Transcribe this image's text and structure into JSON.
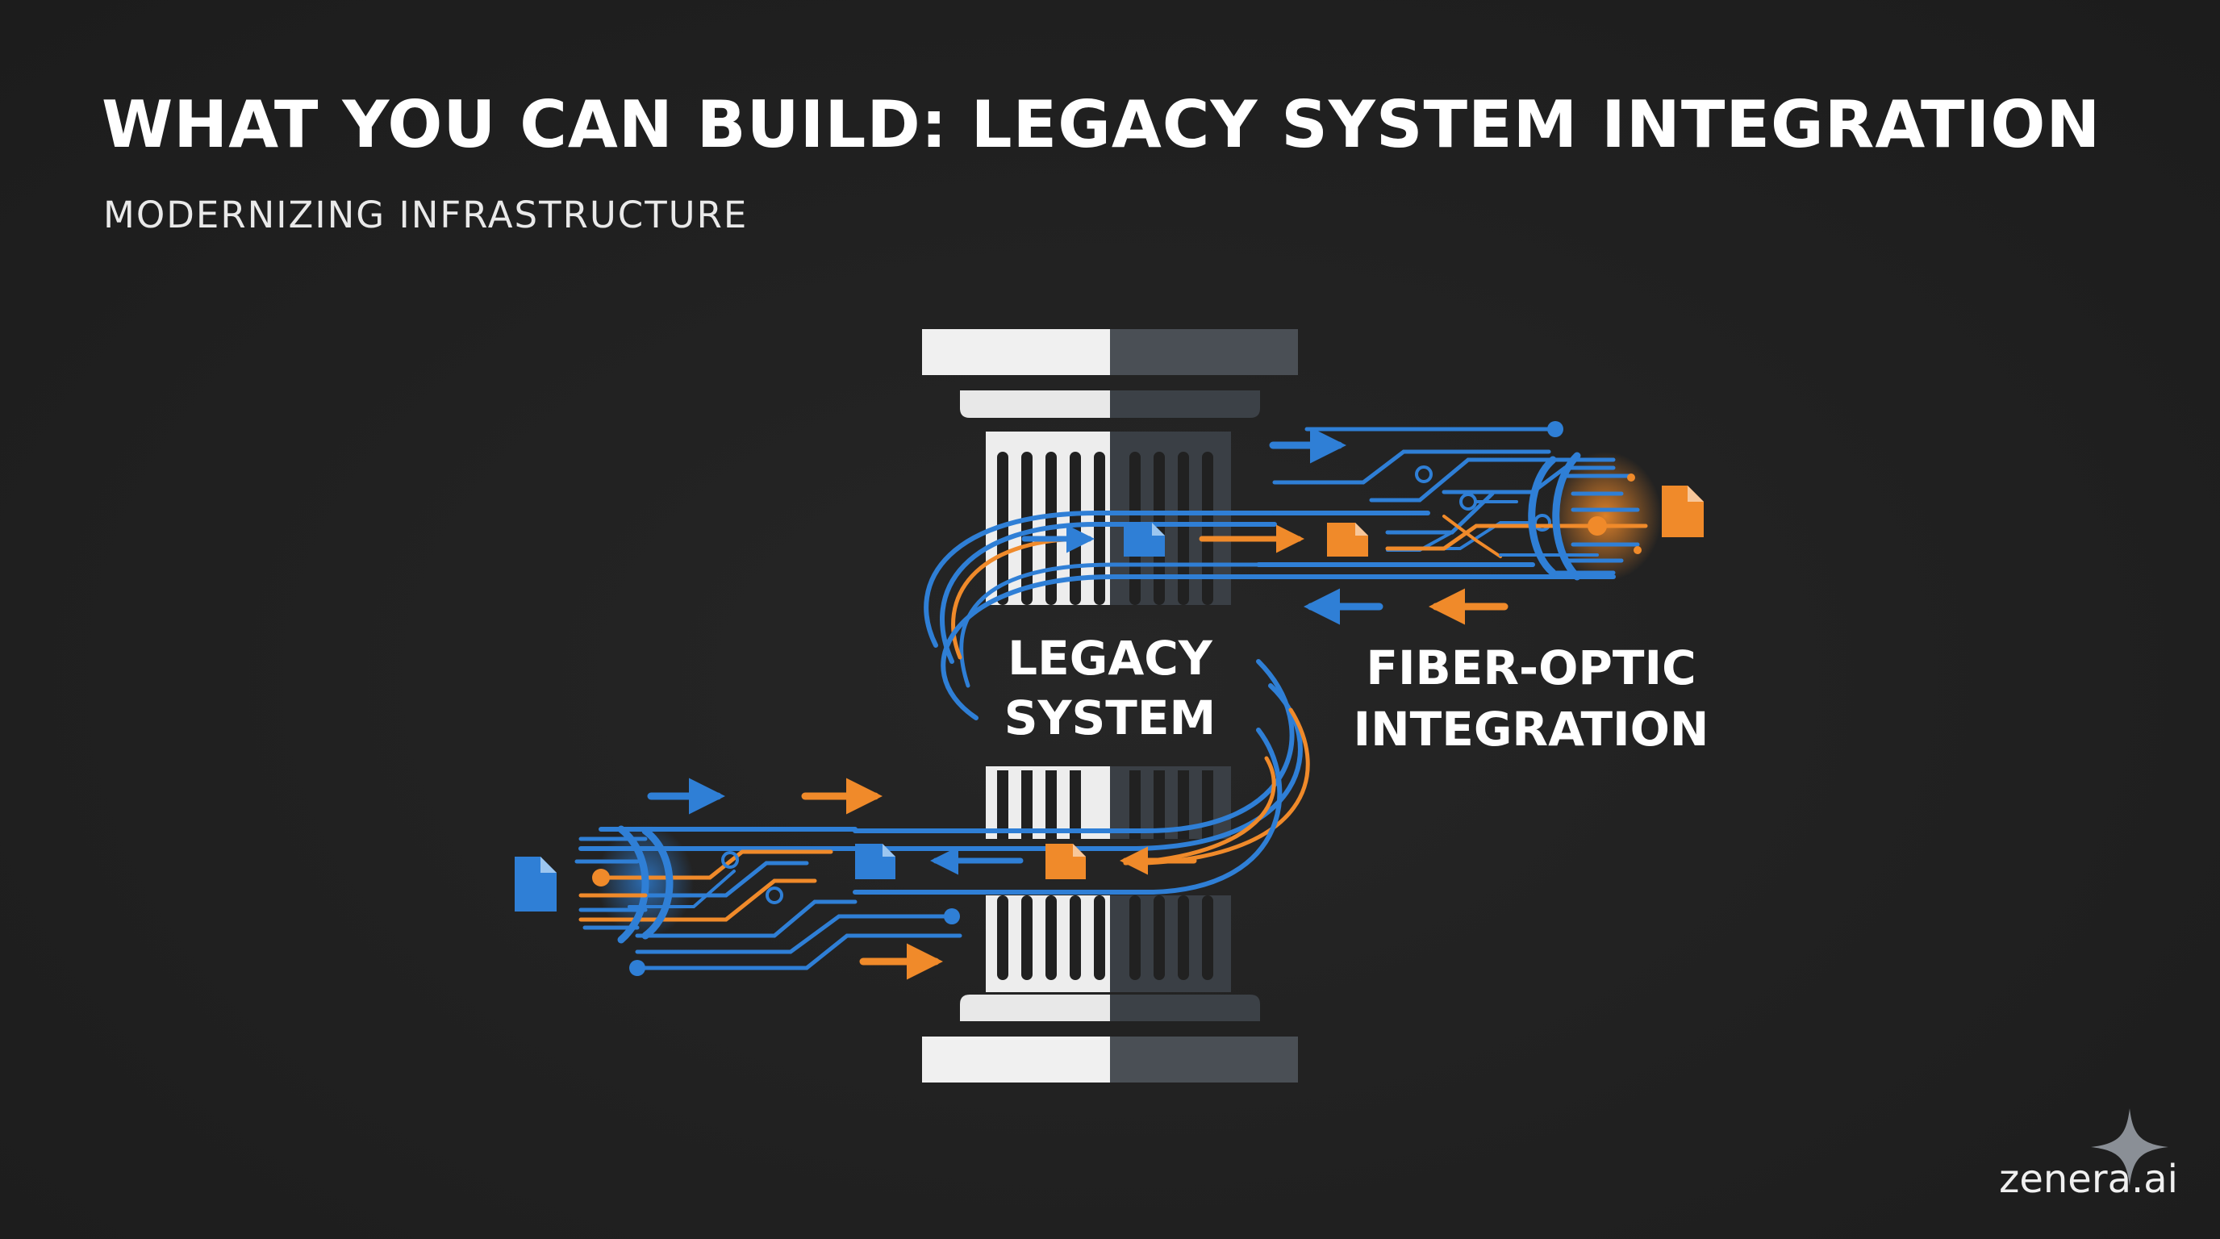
{
  "header": {
    "title": "WHAT YOU CAN BUILD: LEGACY SYSTEM INTEGRATION",
    "subtitle": "MODERNIZING INFRASTRUCTURE"
  },
  "diagram": {
    "legacy_label_line1": "LEGACY",
    "legacy_label_line2": "SYSTEM",
    "fiber_label_line1": "FIBER-OPTIC",
    "fiber_label_line2": "INTEGRATION",
    "icons": [
      "column-icon",
      "document-icon",
      "arrow-right-icon",
      "arrow-left-icon",
      "circuit-trace-icon"
    ]
  },
  "brand": {
    "name": "zenera.ai",
    "icon": "sparkle-icon"
  },
  "colors": {
    "background": "#212121",
    "blue": "#2f7fd6",
    "orange": "#f08a2a",
    "column_light": "#f2f2f2",
    "column_dark": "#3d4248",
    "text": "#ffffff"
  }
}
